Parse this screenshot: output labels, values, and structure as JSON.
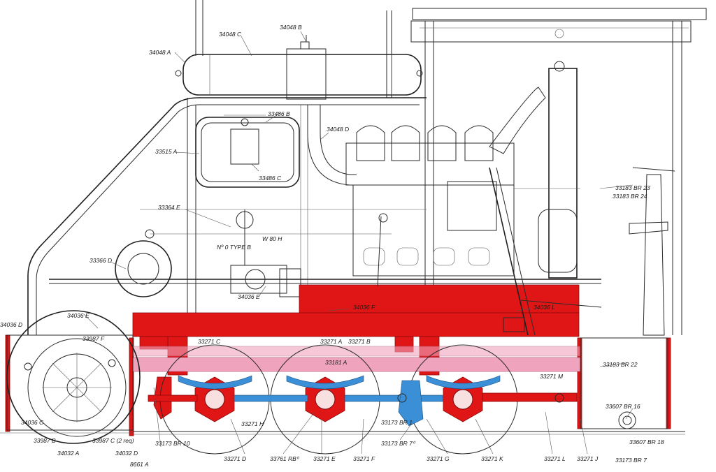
{
  "palette": {
    "frame_red": "#e01616",
    "plate_pink": "#f0a3bd",
    "spring_blue": "#3b8fd6",
    "line": "#2a2a2a"
  },
  "labels": {
    "l1": "34048 C",
    "l2": "34048 B",
    "l3": "34048 A",
    "l4": "33486 B",
    "l5": "34048 D",
    "l6": "33515 A",
    "l7": "33486 C",
    "l8": "33364 E",
    "l9": "Nº 0 TYPE B",
    "l10": "W 80 H",
    "l11": "33366 D",
    "l12": "34036 E",
    "l13": "34036 F",
    "l14": "34036 L",
    "l15": "34036 D",
    "l16": "34036 E",
    "l17": "33987 F",
    "l18": "34036 C",
    "l19": "33987 B",
    "l20": "33987 C (2 req)",
    "l21": "34032 A",
    "l22": "34032 D",
    "l23": "8661 A",
    "l24": "33173 BR 10",
    "l25": "33271 C",
    "l26": "33271 A",
    "l27": "33271 B",
    "l28": "33181 A",
    "l29": "33271 M",
    "l30": "33271 H",
    "l31": "33271 D",
    "l32": "33761 RB⁰",
    "l33": "33271 E",
    "l34": "33271 F",
    "l35": "33173 BR 1",
    "l36": "33173 BR 7⁰",
    "l37": "33271 G",
    "l38": "33271 K",
    "l39": "33271 L",
    "l40": "33271 J",
    "l41": "33183 BR 23",
    "l42": "33183 BR 24",
    "l43": "33183 BR 22",
    "l44": "33607 BR 16",
    "l45": "33607 BR 18",
    "l46": "33173 BR 7"
  }
}
